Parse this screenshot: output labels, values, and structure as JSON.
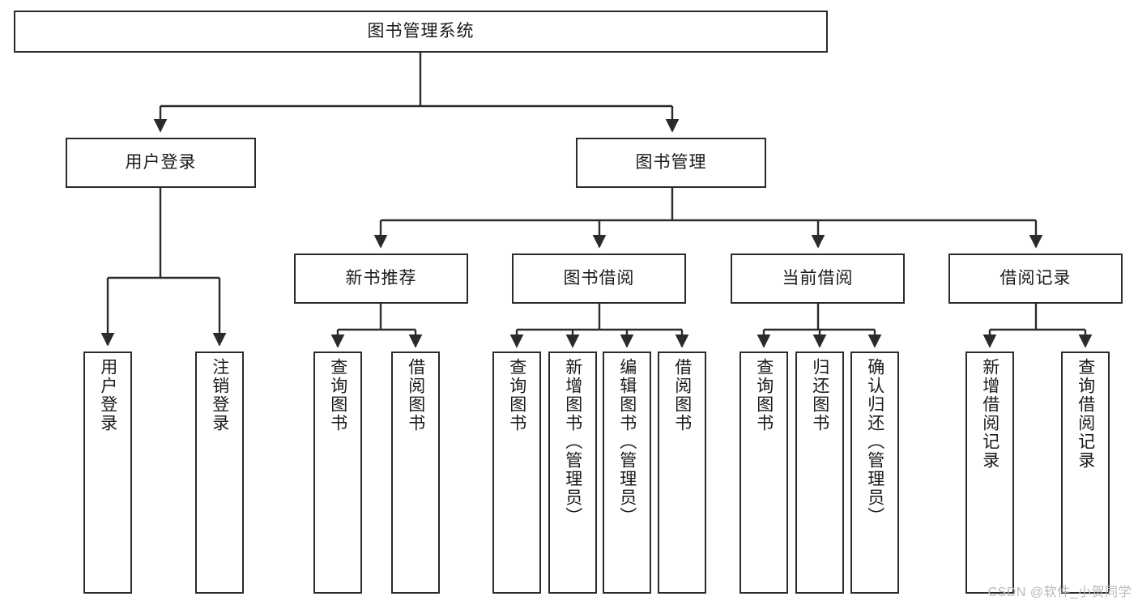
{
  "diagram": {
    "title": "图书管理系统",
    "watermark": "CSDN @软件_小贺同学",
    "line_color": "#2b2b2b",
    "box_fill": "#ffffff",
    "text_color": "#1a1a1a",
    "watermark_color": "#b9b9b9"
  },
  "nodes": {
    "root": "图书管理系统",
    "level2": {
      "user_login": "用户登录",
      "book_manage": "图书管理"
    },
    "level3": {
      "new_book_recommend": "新书推荐",
      "book_borrow": "图书借阅",
      "current_borrow": "当前借阅",
      "borrow_record": "借阅记录"
    },
    "leaves": {
      "user_login_1": "用户登录",
      "user_login_2": "注销登录",
      "recommend_1": "查询图书",
      "recommend_2": "借阅图书",
      "borrow_1": "查询图书",
      "borrow_2": "新增图书（管理员）",
      "borrow_3": "编辑图书（管理员）",
      "borrow_4": "借阅图书",
      "current_1": "查询图书",
      "current_2": "归还图书",
      "current_3": "确认归还（管理员）",
      "record_1": "新增借阅记录",
      "record_2": "查询借阅记录"
    }
  }
}
